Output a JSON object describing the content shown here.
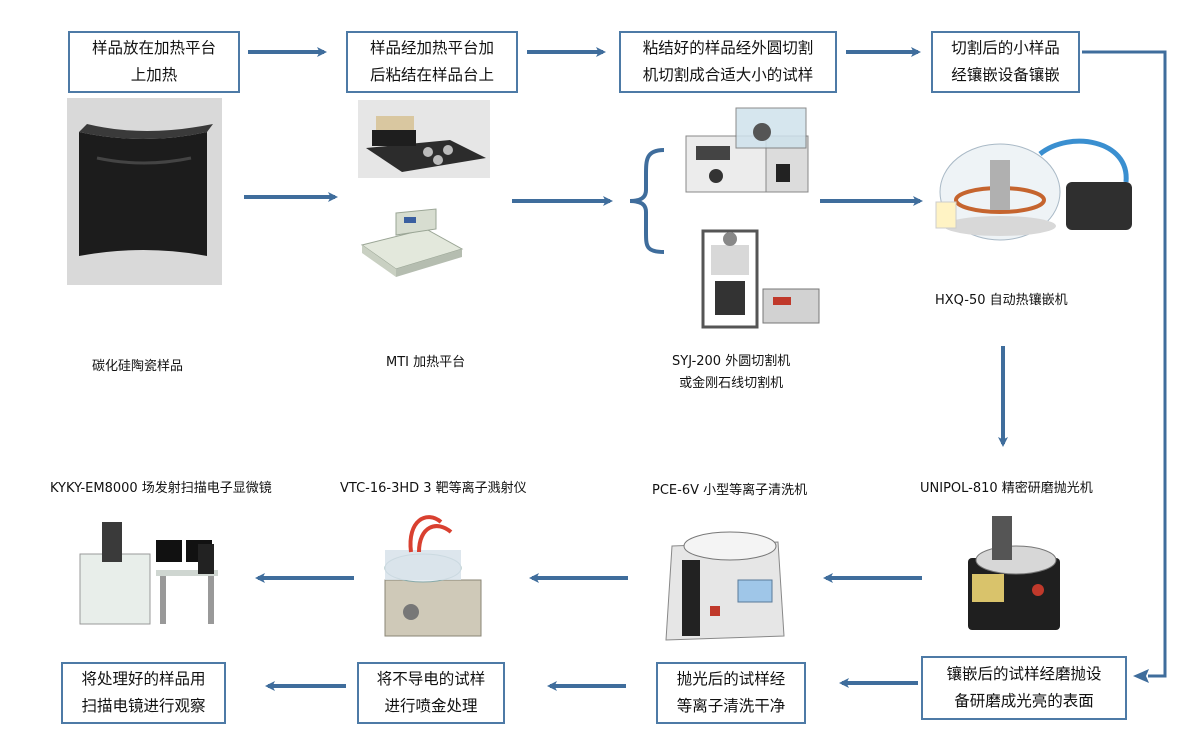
{
  "steps_top": [
    {
      "line1": "样品放在加热平台",
      "line2": "上加热"
    },
    {
      "line1": "样品经加热平台加",
      "line2": "后粘结在样品台上"
    },
    {
      "line1": "粘结好的样品经外圆切割",
      "line2": "机切割成合适大小的试样"
    },
    {
      "line1": "切割后的小样品",
      "line2": "经镶嵌设备镶嵌"
    }
  ],
  "steps_bottom": [
    {
      "line1": "将处理好的样品用",
      "line2": "扫描电镜进行观察"
    },
    {
      "line1": "将不导电的试样",
      "line2": "进行喷金处理"
    },
    {
      "line1": "抛光后的试样经",
      "line2": "等离子清洗干净"
    },
    {
      "line1": "镶嵌后的试样经磨抛设",
      "line2": "备研磨成光亮的表面"
    }
  ],
  "labels": {
    "sample": "碳化硅陶瓷样品",
    "heater": "MTI 加热平台",
    "cutter_line1": "SYJ-200 外圆切割机",
    "cutter_line2": "或金刚石线切割机",
    "mounting": "HXQ-50 自动热镶嵌机",
    "polisher": "UNIPOL-810 精密研磨抛光机",
    "plasma": "PCE-6V 小型等离子清洗机",
    "sputter": "VTC-16-3HD 3 靶等离子溅射仪",
    "sem": "KYKY-EM8000 场发射扫描电子显微镜"
  },
  "colors": {
    "arrow": "#3f6d9c",
    "box_border": "#4d7aa6"
  }
}
